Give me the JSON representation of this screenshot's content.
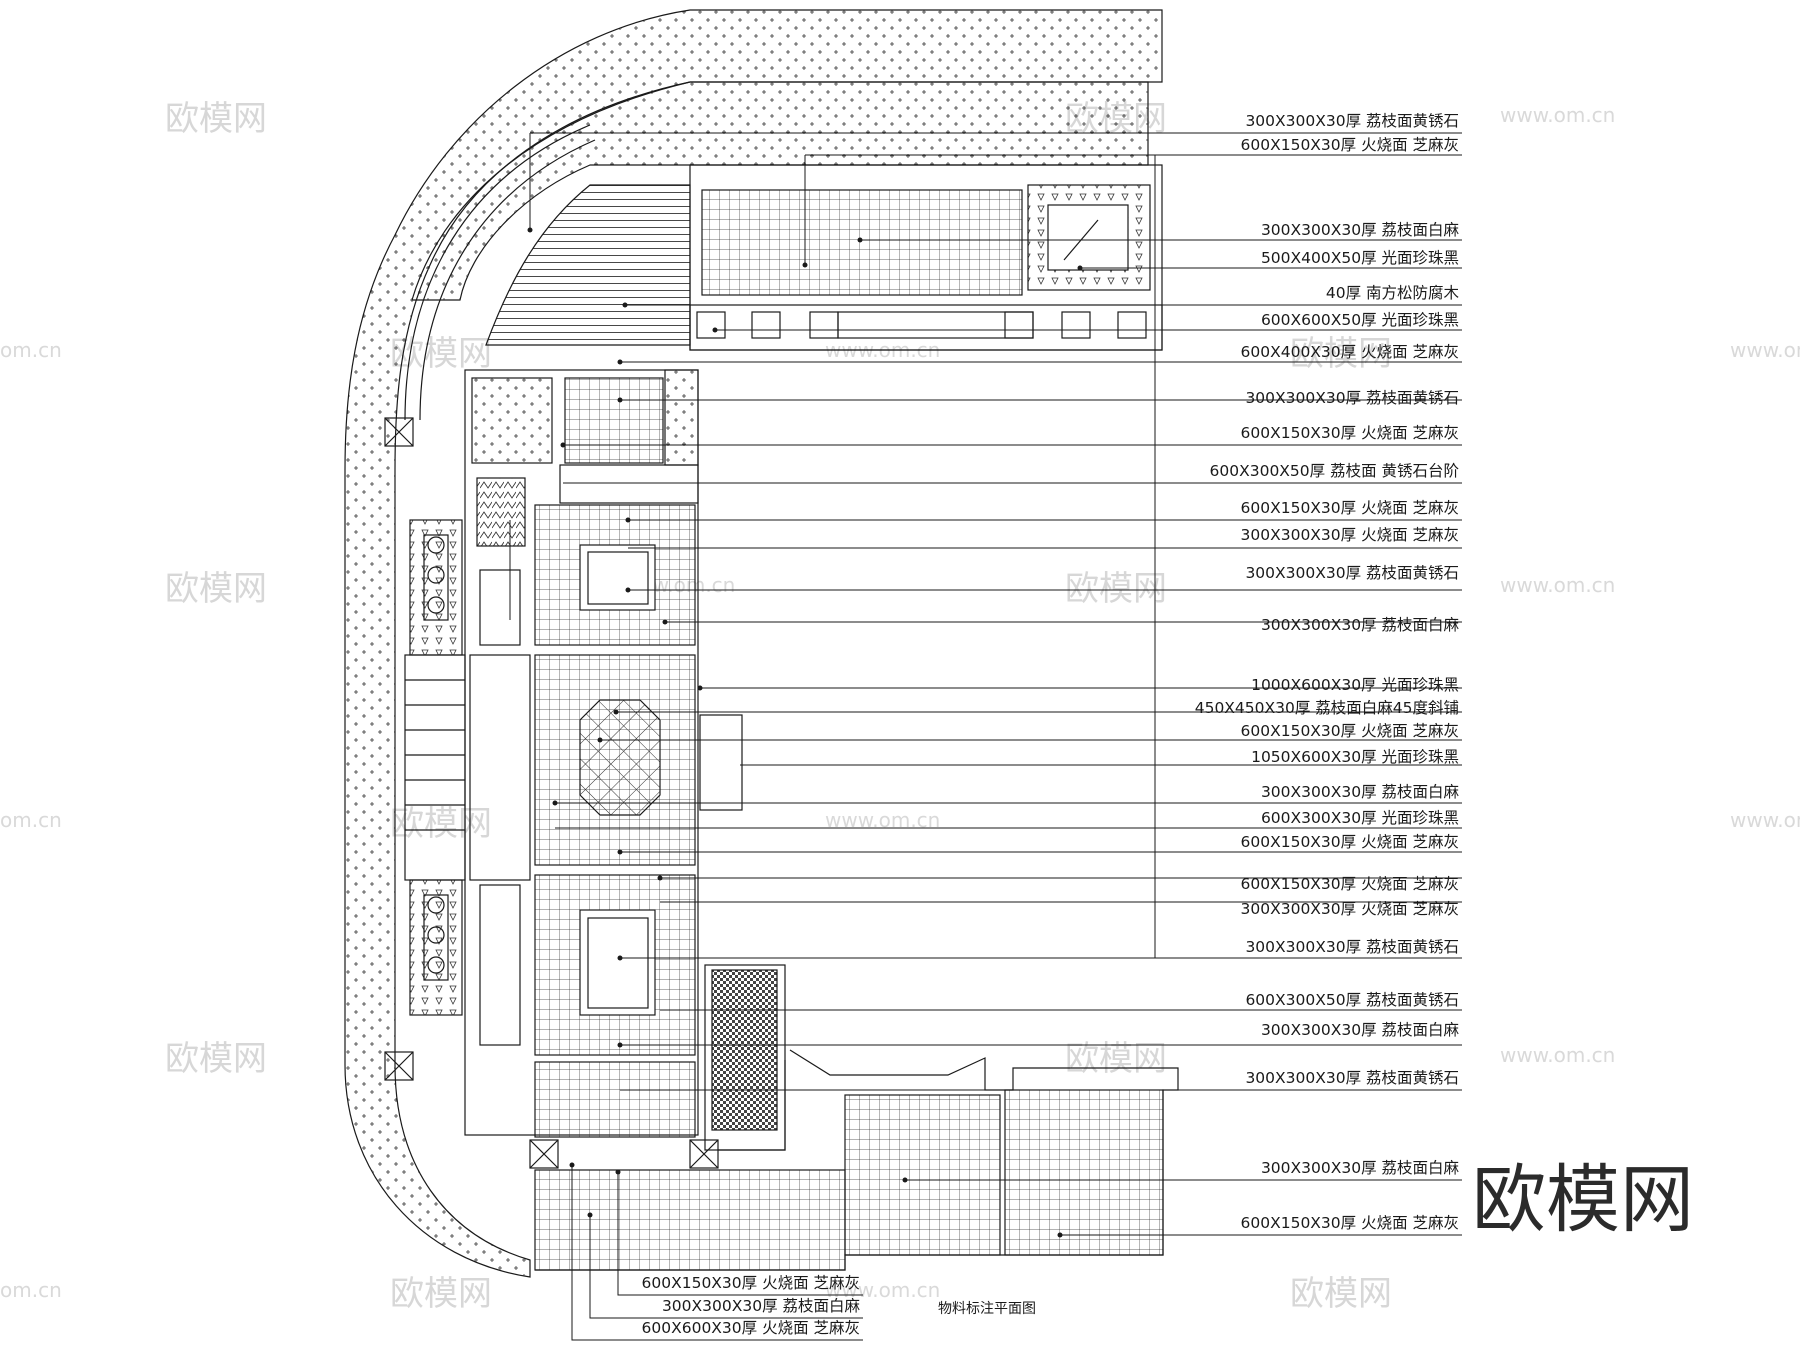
{
  "drawing_title": "物料标注平面图",
  "brand_mark": "欧模网",
  "watermarks": {
    "cn": "欧模网",
    "url": "www.om.cn",
    "url_short": "om.cn"
  },
  "right_callouts": [
    "300X300X30厚 荔枝面黄锈石",
    "600X150X30厚 火烧面 芝麻灰",
    "300X300X30厚 荔枝面白麻",
    "500X400X50厚 光面珍珠黑",
    "40厚 南方松防腐木",
    "600X600X50厚 光面珍珠黑",
    "600X400X30厚 火烧面 芝麻灰",
    "300X300X30厚 荔枝面黄锈石",
    "600X150X30厚 火烧面 芝麻灰",
    "600X300X50厚 荔枝面 黄锈石台阶",
    "600X150X30厚 火烧面 芝麻灰",
    "300X300X30厚 火烧面 芝麻灰",
    "300X300X30厚 荔枝面黄锈石",
    "300X300X30厚 荔枝面白麻",
    "1000X600X30厚 光面珍珠黑",
    "450X450X30厚 荔枝面白麻45度斜铺",
    "600X150X30厚 火烧面 芝麻灰",
    "1050X600X30厚 光面珍珠黑",
    "300X300X30厚 荔枝面白麻",
    "600X300X30厚 光面珍珠黑",
    "600X150X30厚 火烧面 芝麻灰",
    "600X150X30厚 火烧面 芝麻灰",
    "300X300X30厚 火烧面 芝麻灰",
    "300X300X30厚 荔枝面黄锈石",
    "600X300X50厚 荔枝面黄锈石",
    "300X300X30厚 荔枝面白麻",
    "300X300X30厚 荔枝面黄锈石",
    "300X300X30厚 荔枝面白麻",
    "600X150X30厚 火烧面 芝麻灰"
  ],
  "bottom_callouts": [
    "600X150X30厚 火烧面 芝麻灰",
    "300X300X30厚 荔枝面白麻",
    "600X600X30厚 火烧面 芝麻灰"
  ],
  "colors": {
    "line": "#1a1a1a",
    "watermark": "#d7d7d7"
  }
}
